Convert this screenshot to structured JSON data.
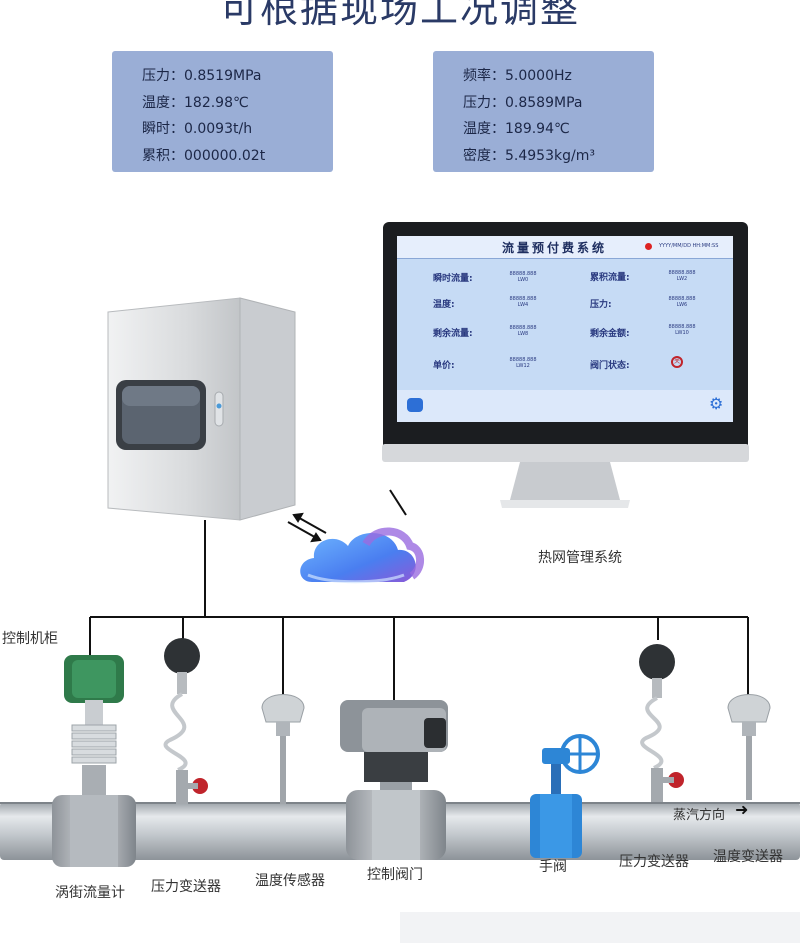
{
  "title": "可根据现场工况调整",
  "panel_left": {
    "rows": [
      "压力：0.8519MPa",
      "温度：182.98℃",
      "瞬时：0.0093t/h",
      "累积：000000.02t"
    ]
  },
  "panel_right": {
    "rows": [
      "频率：5.0000Hz",
      "压力：0.8589MPa",
      "温度：189.94℃",
      "密度：5.4953kg/m³"
    ]
  },
  "monitor": {
    "header_title": "流量预付费系统",
    "datetime": "YYYY/MM/DD HH:MM:SS",
    "fields": [
      {
        "label": "瞬时流量:",
        "value": "88888.888",
        "unit": "LW0"
      },
      {
        "label": "累积流量:",
        "value": "88888.888",
        "unit": "LW2"
      },
      {
        "label": "温度:",
        "value": "88888.888",
        "unit": "LW4"
      },
      {
        "label": "压力:",
        "value": "88888.888",
        "unit": "LW6"
      },
      {
        "label": "剩余流量:",
        "value": "88888.888",
        "unit": "LW8"
      },
      {
        "label": "剩余金额:",
        "value": "88888.888",
        "unit": "LW10"
      },
      {
        "label": "单价:",
        "value": "88888.888",
        "unit": "LW12"
      },
      {
        "label": "阀门状态:",
        "value": "",
        "unit": ""
      }
    ],
    "valve_glyph": "关"
  },
  "labels": {
    "heat_network": "热网管理系统",
    "cabinet": "控制机柜",
    "vortex_meter": "涡街流量计",
    "pressure_tx_1": "压力变送器",
    "temp_sensor": "温度传感器",
    "control_valve": "控制阀门",
    "manual_valve": "手阀",
    "pressure_tx_2": "压力变送器",
    "temp_tx": "温度变送器",
    "steam_direction": "蒸汽方向",
    "arrow": "➜"
  },
  "colors": {
    "panel": "#9aaed6",
    "screen_bg": "#c6dbf5",
    "pipe": "#b7bcc2",
    "valve_blue": "#2d86d6",
    "meter_green": "#2f7a4a"
  }
}
